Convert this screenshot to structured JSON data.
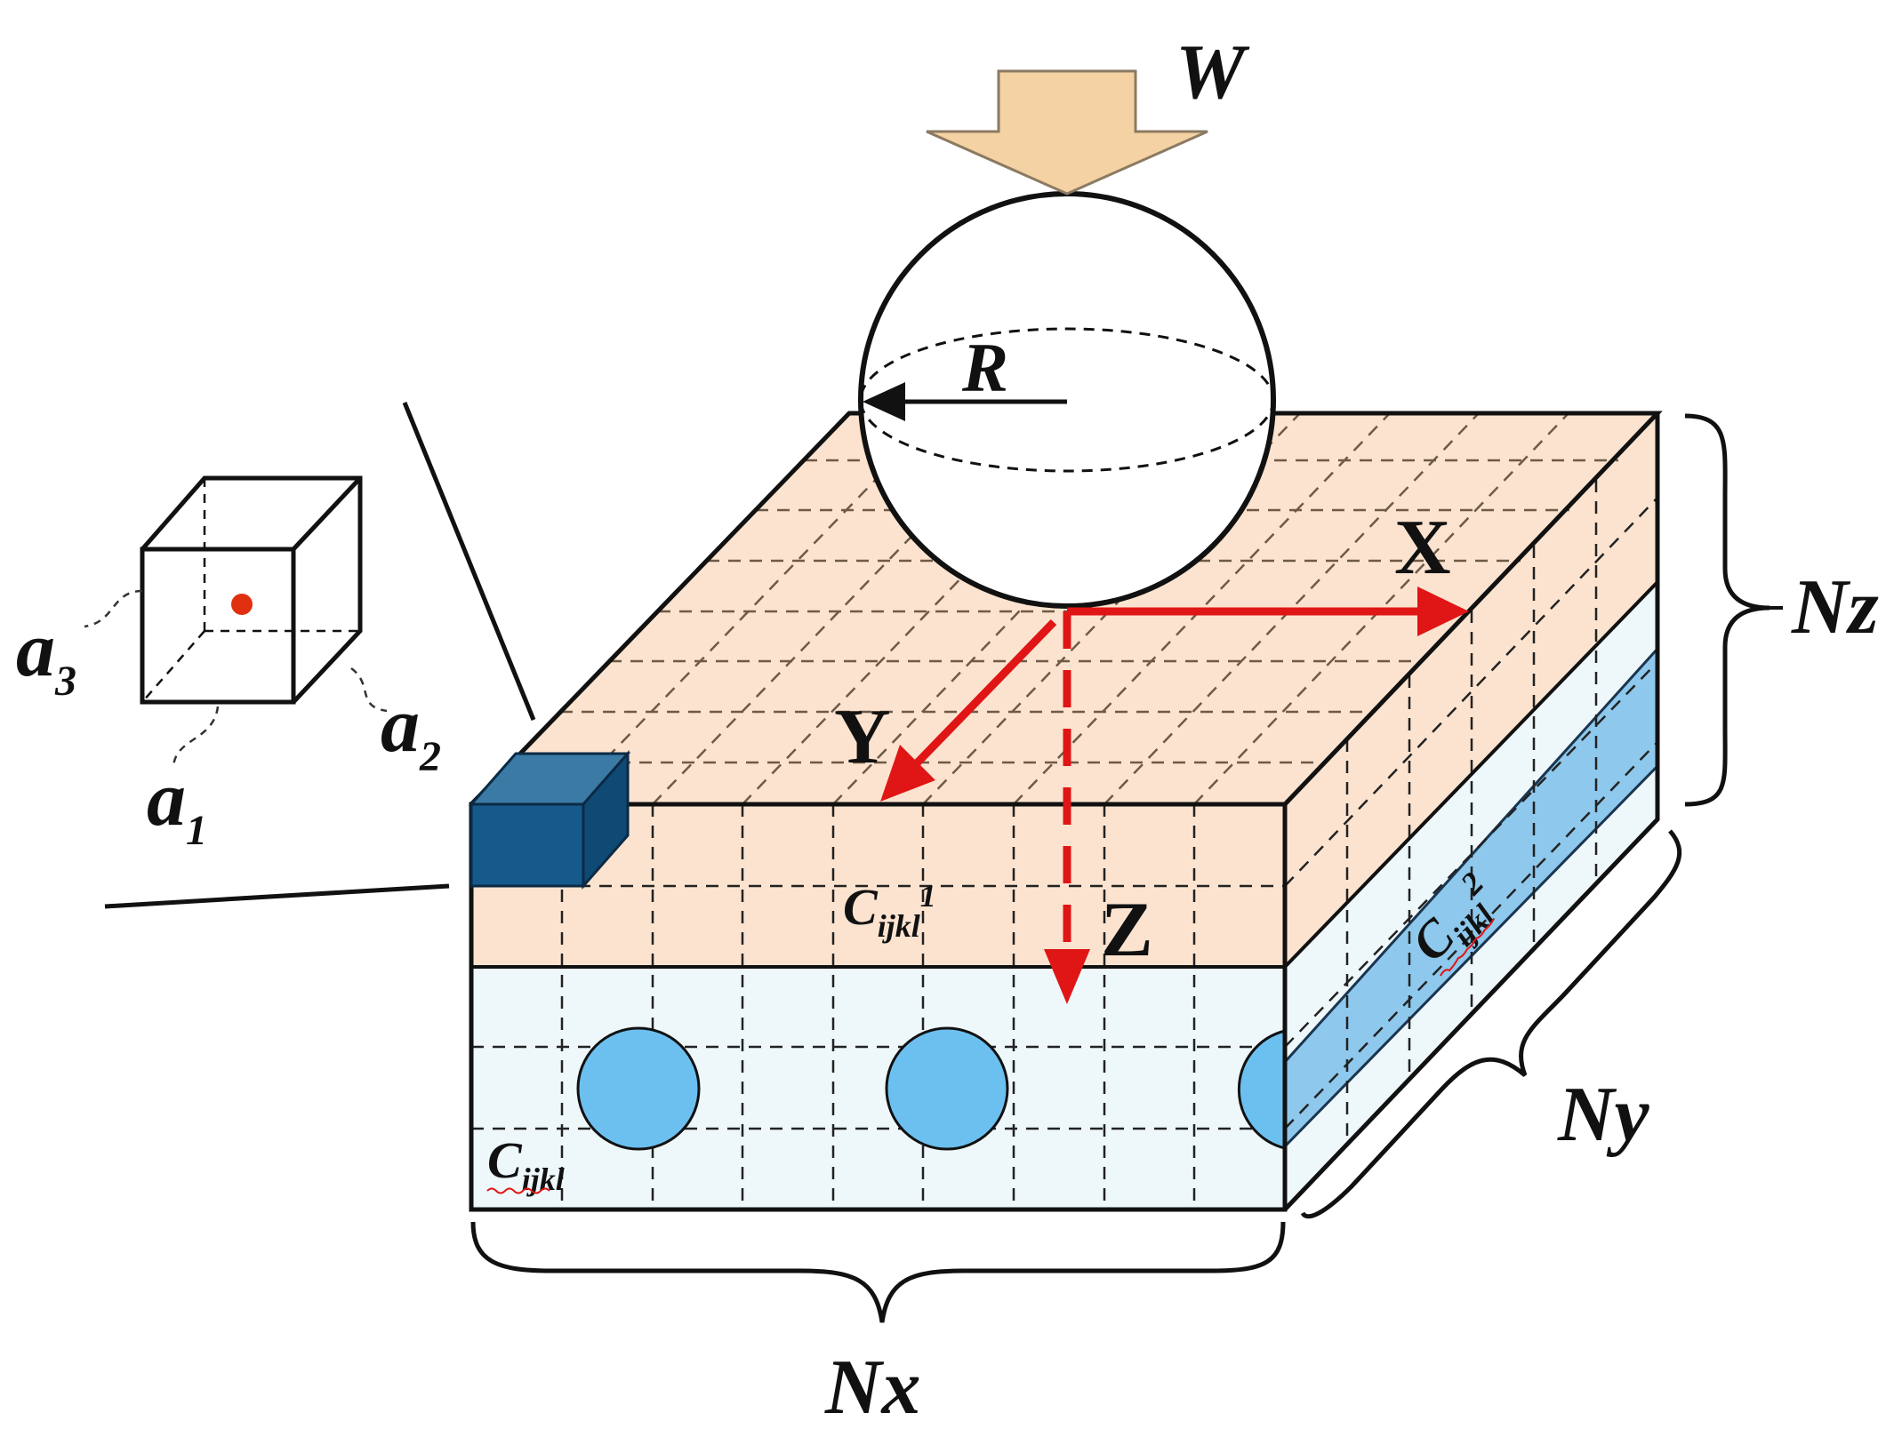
{
  "labels": {
    "load": "W",
    "radius": "R",
    "axis_x": "X",
    "axis_y": "Y",
    "axis_z": "Z",
    "nx": "Nx",
    "ny": "Ny",
    "nz": "Nz",
    "a1": {
      "base": "a",
      "sub": "1"
    },
    "a2": {
      "base": "a",
      "sub": "2"
    },
    "a3": {
      "base": "a",
      "sub": "3"
    },
    "c_layer1": {
      "base": "C",
      "sub": "ijkl",
      "sup": "1"
    },
    "c_layer2": {
      "base": "C",
      "sub": "ijkl",
      "sup": "2"
    },
    "c_matrix": {
      "base": "C",
      "sub": "ijkl"
    }
  },
  "colors": {
    "coating": "#fbe3cf",
    "matrix": "#eef7fa",
    "fiber": "#6cc0f0",
    "fiber_band": "#8ec8ec",
    "voxel_dark": "#155a8a",
    "load_arrow": "#f5d2a3",
    "axis_red": "#e01515",
    "center_dot": "#e03010"
  }
}
